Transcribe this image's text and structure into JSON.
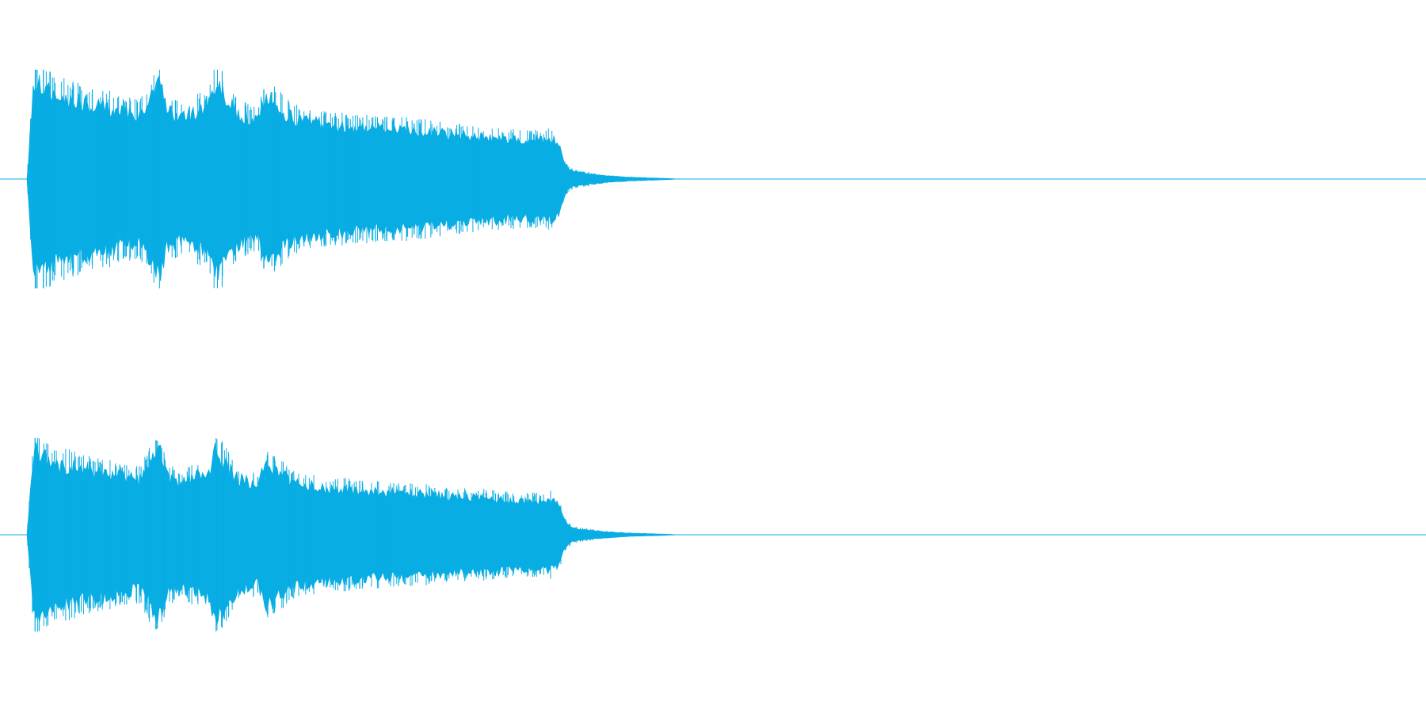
{
  "colors": {
    "waveform": "#08ade3",
    "background": "#ffffff"
  },
  "chart_data": {
    "type": "area",
    "title": "",
    "xlabel": "",
    "ylabel": "",
    "grid": false,
    "legend": "none",
    "xlim": [
      0,
      1
    ],
    "ylim": [
      -1,
      1
    ],
    "description_channels": 2,
    "series": [
      {
        "channel": 1,
        "envelope_x": [
          0.0,
          0.005,
          0.02,
          0.04,
          0.06,
          0.08,
          0.095,
          0.1,
          0.11,
          0.13,
          0.135,
          0.15,
          0.165,
          0.17,
          0.19,
          0.22,
          0.25,
          0.28,
          0.3,
          0.32,
          0.34,
          0.36,
          0.375,
          0.38,
          0.385,
          0.39,
          0.41,
          0.43,
          0.45,
          0.46,
          0.465,
          1.0
        ],
        "envelope_y": [
          0.0,
          1.0,
          0.85,
          0.78,
          0.72,
          0.65,
          0.98,
          0.7,
          0.62,
          0.75,
          0.98,
          0.68,
          0.58,
          0.85,
          0.62,
          0.55,
          0.52,
          0.5,
          0.46,
          0.44,
          0.42,
          0.4,
          0.42,
          0.36,
          0.14,
          0.08,
          0.04,
          0.02,
          0.01,
          0.005,
          0.0,
          0.0
        ]
      },
      {
        "channel": 2,
        "envelope_x": [
          0.0,
          0.005,
          0.02,
          0.04,
          0.06,
          0.08,
          0.095,
          0.1,
          0.11,
          0.13,
          0.135,
          0.15,
          0.165,
          0.17,
          0.19,
          0.22,
          0.25,
          0.28,
          0.3,
          0.32,
          0.34,
          0.36,
          0.375,
          0.38,
          0.385,
          0.39,
          0.41,
          0.43,
          0.45,
          0.46,
          0.465,
          1.0
        ],
        "envelope_y": [
          0.0,
          1.0,
          0.82,
          0.76,
          0.7,
          0.63,
          0.98,
          0.68,
          0.6,
          0.74,
          0.98,
          0.66,
          0.56,
          0.84,
          0.6,
          0.53,
          0.5,
          0.48,
          0.45,
          0.43,
          0.41,
          0.39,
          0.41,
          0.35,
          0.14,
          0.08,
          0.04,
          0.02,
          0.01,
          0.005,
          0.0,
          0.0
        ]
      }
    ]
  }
}
